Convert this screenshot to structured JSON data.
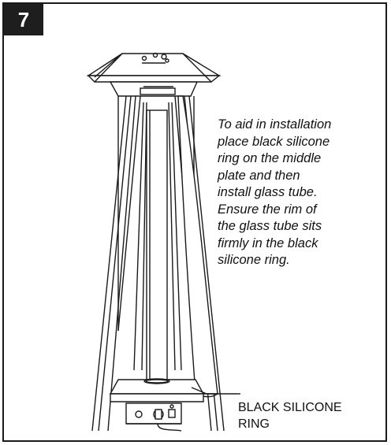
{
  "step": {
    "number": "7"
  },
  "instructions": {
    "lines": [
      "To aid in installation",
      "place black silicone",
      "ring on the middle",
      "plate and then",
      "install glass tube.",
      "Ensure the rim of",
      "the glass tube sits",
      "firmly in the black",
      "silicone ring."
    ]
  },
  "callout": {
    "line1": "BLACK SILICONE",
    "line2": "RING"
  }
}
